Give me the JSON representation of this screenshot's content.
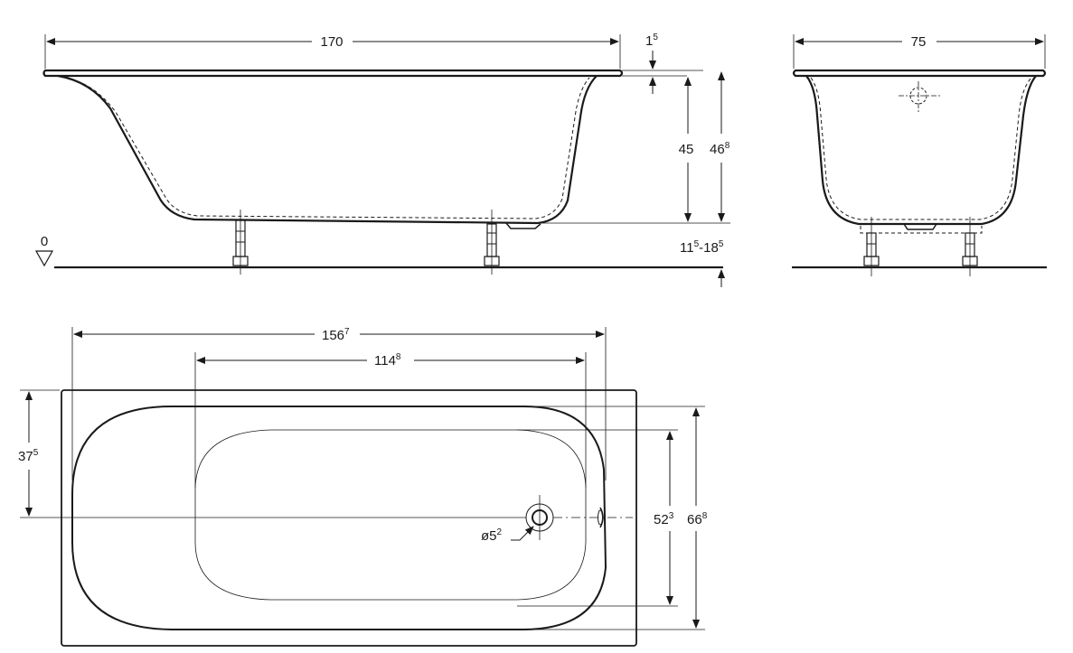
{
  "side_view": {
    "length": {
      "main": "170",
      "sup": ""
    },
    "rim": {
      "main": "1",
      "sup": "5"
    },
    "depth_inner": {
      "main": "45",
      "sup": ""
    },
    "depth_outer": {
      "main": "46",
      "sup": "8"
    },
    "floor_level": {
      "main": "0",
      "sup": ""
    },
    "leg_height": {
      "a_main": "11",
      "a_sup": "5",
      "sep": "-18",
      "b_sup": "5"
    }
  },
  "end_view": {
    "width": {
      "main": "75",
      "sup": ""
    }
  },
  "plan_view": {
    "outer_inner_length": {
      "main": "156",
      "sup": "7"
    },
    "bottom_length": {
      "main": "114",
      "sup": "8"
    },
    "drain_offset": {
      "main": "37",
      "sup": "5"
    },
    "bottom_width": {
      "main": "52",
      "sup": "3"
    },
    "outer_width": {
      "main": "66",
      "sup": "8"
    },
    "drain_diameter": {
      "main": "ø5",
      "sup": "2"
    }
  },
  "colors": {
    "line": "#1a1a1a",
    "background": "#ffffff"
  }
}
